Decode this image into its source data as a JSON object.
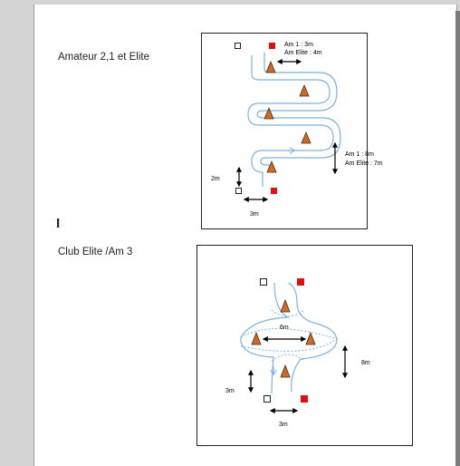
{
  "sections": [
    {
      "title": "Amateur 2,1 et Elite",
      "labels": {
        "top_gap_line1": "Am 1 : 3m",
        "top_gap_line2": "Am Elite : 4m",
        "right_gap_line1": "Am 1 : 8m",
        "right_gap_line2": "Am Elite : 7m",
        "start_height": "2m",
        "start_width": "3m"
      }
    },
    {
      "title": "Club Elite /Am 3",
      "labels": {
        "middle_width": "6m",
        "right_gap": "8m",
        "start_height": "3m",
        "start_width": "3m"
      }
    }
  ],
  "cursor_mark": "I",
  "colors": {
    "cone_fill": "#cd6a2b",
    "cone_stroke": "#4a2a10",
    "red_square": "#dd1111",
    "path_line": "#7fb2dc"
  }
}
